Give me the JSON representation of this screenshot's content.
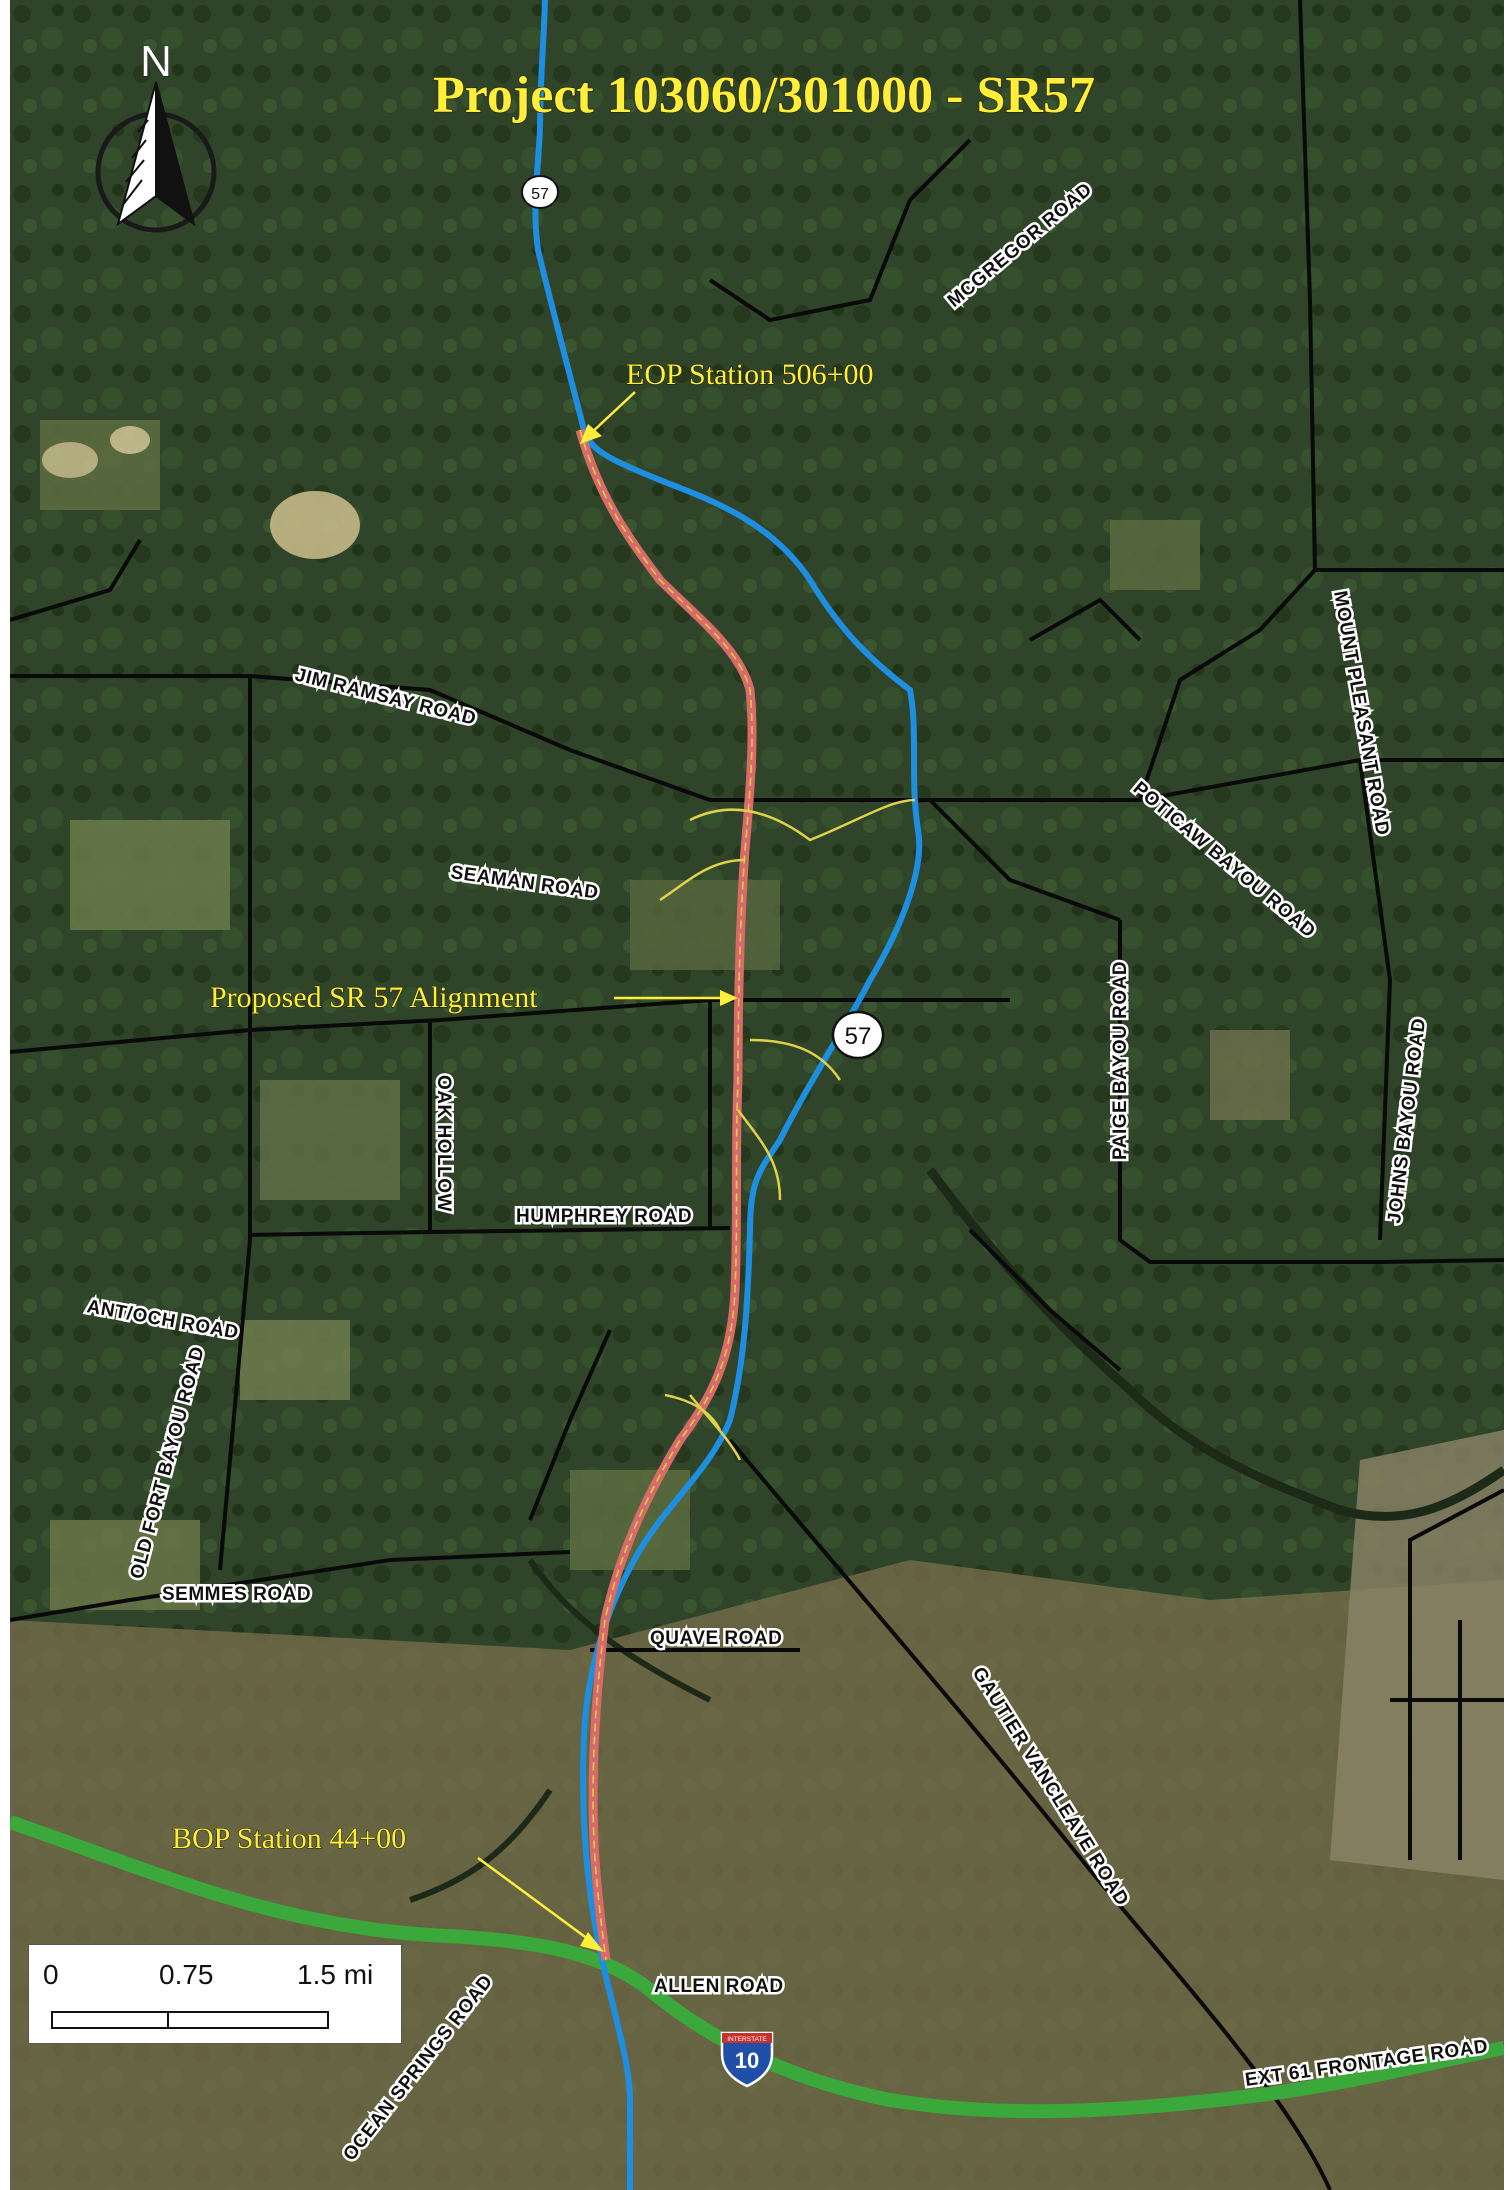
{
  "title": "Project 103060/301000 - SR57",
  "north_arrow_label": "N",
  "annotations": {
    "eop": "EOP Station 506+00",
    "proposed": "Proposed SR 57 Alignment",
    "bop": "BOP Station 44+00"
  },
  "shields": {
    "sr57_top": "57",
    "sr57_mid": "57",
    "i10": "10",
    "i10_header": "INTERSTATE"
  },
  "roads": {
    "mcgregor": "MCGREGOR ROAD",
    "jim_ramsay": "JIM RAMSAY ROAD",
    "mount_pleasant": "MOUNT PLEASANT ROAD",
    "poticaw": "POTICAW BAYOU ROAD",
    "seaman": "SEAMAN ROAD",
    "oak_hollow": "OAK HOLLOW",
    "paige_bayou": "PAIGE BAYOU ROAD",
    "johns_bayou": "JOHNS BAYOU ROAD",
    "humphrey": "HUMPHREY ROAD",
    "antoch": "ANT/OCH ROAD",
    "old_fort_bayou": "OLD FORT BAYOU ROAD",
    "semmes": "SEMMES ROAD",
    "quave": "QUAVE ROAD",
    "gautier_vancleave": "GAUTIER VANCLEAVE ROAD",
    "allen": "ALLEN ROAD",
    "ocean_springs": "OCEAN SPRINGS ROAD",
    "exit61": "EXT 61 FRONTAGE ROAD"
  },
  "scale": {
    "label_0": "0",
    "label_mid": "0.75",
    "label_end": "1.5 mi"
  },
  "colors": {
    "existing_sr57": "#1e8fe0",
    "proposed_alignment": "#d96a6a",
    "interstate_10": "#3aa83a",
    "annotation_text": "#ffef3a"
  }
}
